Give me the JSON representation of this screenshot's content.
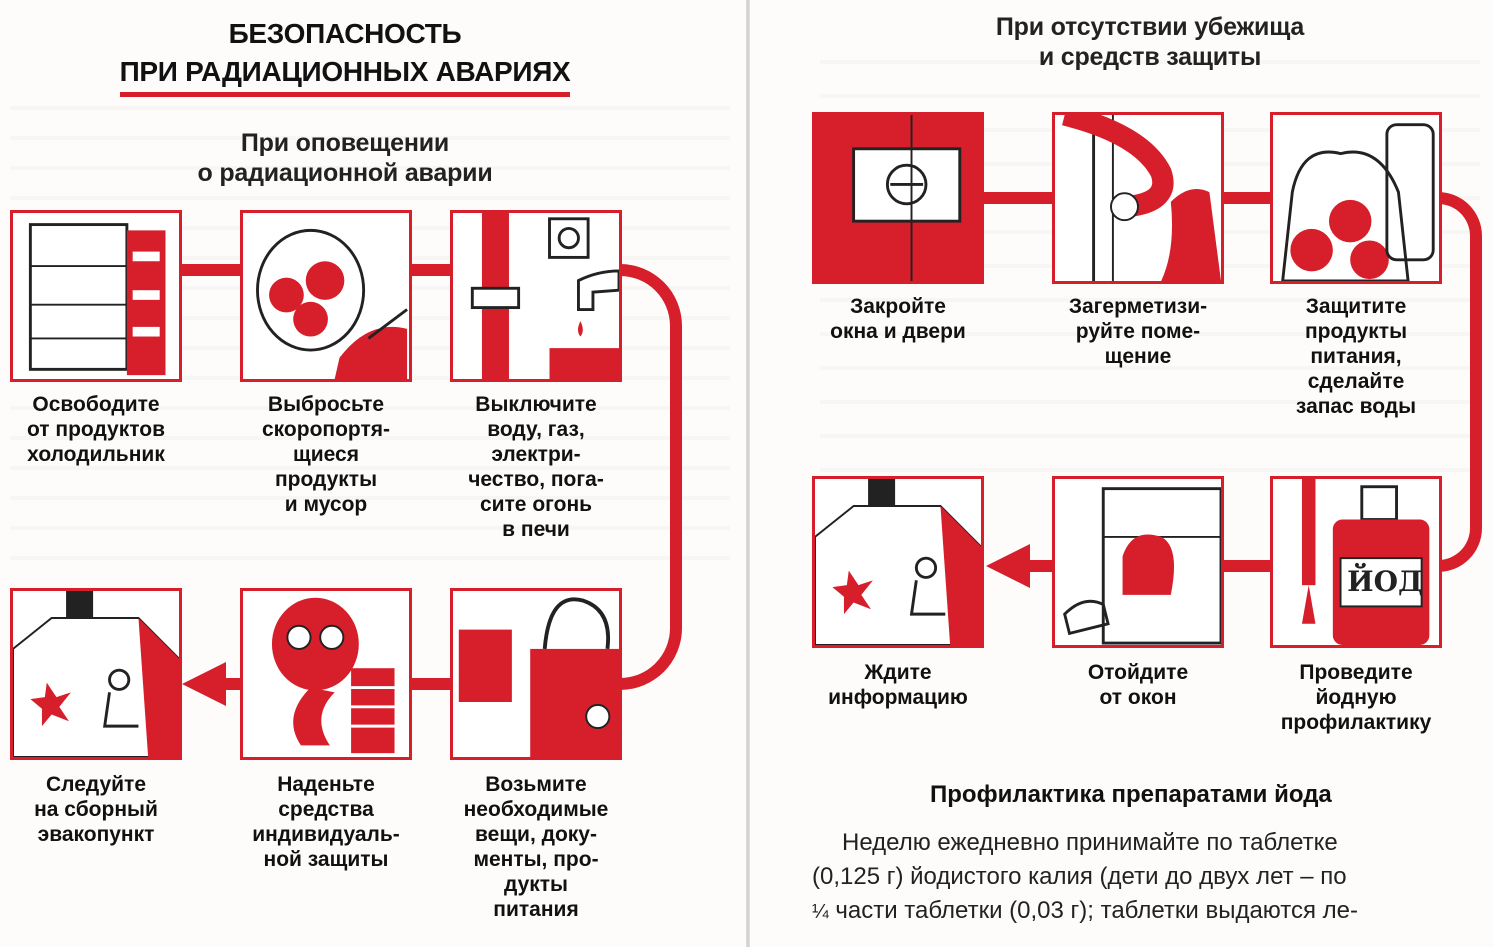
{
  "left_page": {
    "title_line1": "БЕЗОПАСНОСТЬ",
    "title_line2": "ПРИ РАДИАЦИОННЫХ АВАРИЯХ",
    "subtitle_line1": "При оповещении",
    "subtitle_line2": "о радиационной аварии",
    "steps": [
      {
        "id": "fridge",
        "caption": "Освободите\nот продуктов\nхолодильник"
      },
      {
        "id": "trash",
        "caption": "Выбросьте\nскоропортя-\nщиеся\nпродукты\nи мусор"
      },
      {
        "id": "utilities",
        "caption": "Выключите\nводу, газ,\nэлектри-\nчество, пога-\nсите огонь\nв печи"
      },
      {
        "id": "bag",
        "caption": "Возьмите\nнеобходимые\nвещи, доку-\nменты, про-\nдукты\nпитания"
      },
      {
        "id": "gasmask",
        "caption": "Наденьте\nсредства\nиндивидуаль-\nной защиты"
      },
      {
        "id": "evac",
        "caption": "Следуйте\nна сборный\nэвакопункт"
      }
    ]
  },
  "right_page": {
    "subtitle_line1": "При отсутствии убежища",
    "subtitle_line2": "и средств защиты",
    "steps": [
      {
        "id": "close",
        "caption": "Закройте\nокна и двери"
      },
      {
        "id": "seal",
        "caption": "Загерметизи-\nруйте поме-\nщение"
      },
      {
        "id": "food",
        "caption": "Защитите\nпродукты\nпитания,\nсделайте\nзапас воды"
      },
      {
        "id": "iodine",
        "caption": "Проведите\nйодную\nпрофилактику"
      },
      {
        "id": "window",
        "caption": "Отойдите\nот окон"
      },
      {
        "id": "wait",
        "caption": "Ждите\nинформацию"
      }
    ],
    "iodine_label": "ЙОД",
    "section_title": "Профилактика препаратами йода",
    "body_line1": "Неделю ежедневно принимайте по таблетке",
    "body_line2": "(0,125 г) йодистого калия (дети до двух лет –",
    "body_line2_end": "по",
    "body_line3_frac": "¼",
    "body_line3": "части таблетки (0,03 г); таблетки выдаются ле-"
  },
  "colors": {
    "accent": "#d61f2b",
    "text": "#111111"
  }
}
